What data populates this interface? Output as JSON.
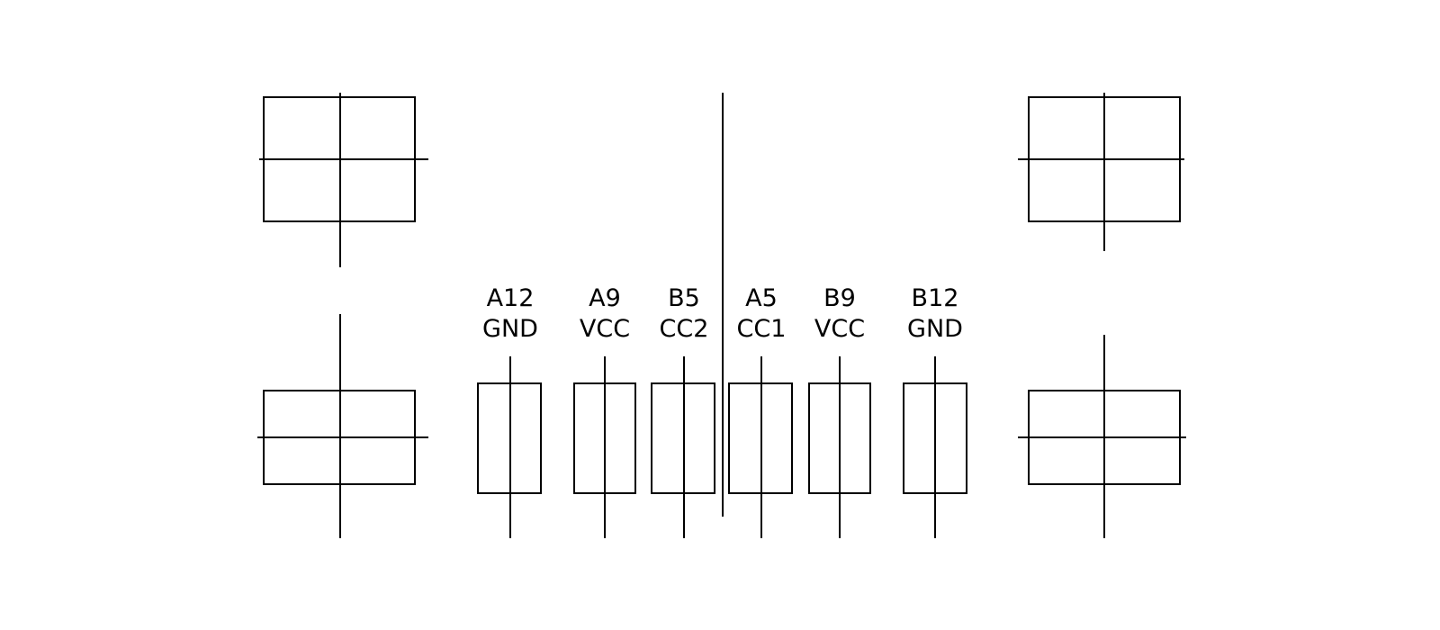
{
  "pins": [
    {
      "pin": "A12",
      "signal": "GND"
    },
    {
      "pin": "A9",
      "signal": "VCC"
    },
    {
      "pin": "B5",
      "signal": "CC2"
    },
    {
      "pin": "A5",
      "signal": "CC1"
    },
    {
      "pin": "B9",
      "signal": "VCC"
    },
    {
      "pin": "B12",
      "signal": "GND"
    }
  ],
  "colors": {
    "stroke": "#000000",
    "background": "#ffffff"
  }
}
